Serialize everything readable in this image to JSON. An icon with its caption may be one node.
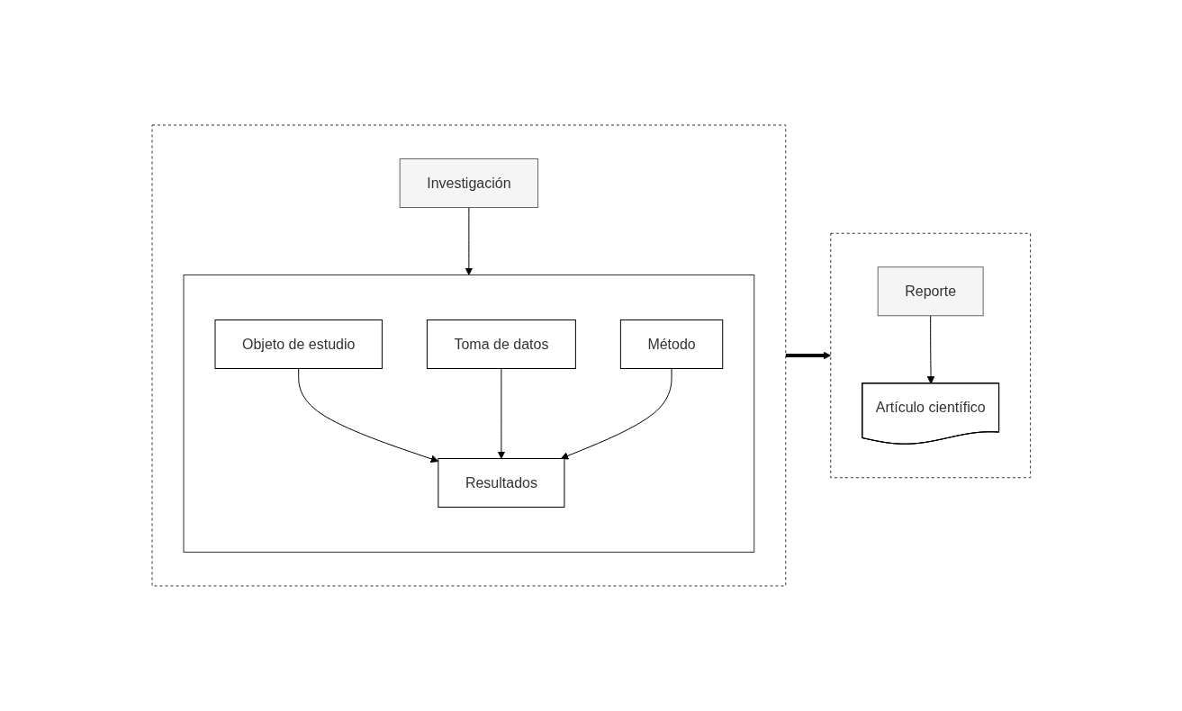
{
  "diagram": {
    "nodes": [
      {
        "text": [],
        "shape": "box"
      },
      {
        "text": [
          "Investigación"
        ],
        "in": 0
      },
      {
        "text": [],
        "shape": "box",
        "in": 0
      },
      {
        "text": [
          "Objeto de estudio"
        ],
        "in": 2
      },
      {
        "text": [
          "Toma de datos"
        ],
        "in": 2
      },
      {
        "text": [
          "Resultados"
        ],
        "in": 2
      },
      {
        "text": [
          "Método"
        ],
        "in": 2
      },
      {
        "text": [],
        "shape": "box"
      },
      {
        "text": [
          "Reporte"
        ],
        "in": 7
      },
      {
        "text": [
          "Artículo científico"
        ],
        "in": 7
      }
    ],
    "edges": [
      {
        "from": 1,
        "to": 2,
        "arrow": "to"
      },
      {
        "from": 3,
        "to": 5,
        "arrow": "to"
      },
      {
        "from": 4,
        "to": 5,
        "arrow": "to"
      },
      {
        "from": 6,
        "to": 5,
        "arrow": "to"
      },
      {
        "from": 0,
        "to": 7,
        "arrow": "to",
        "style": "thick"
      },
      {
        "from": 8,
        "to": 9,
        "arrow": "to"
      }
    ]
  }
}
